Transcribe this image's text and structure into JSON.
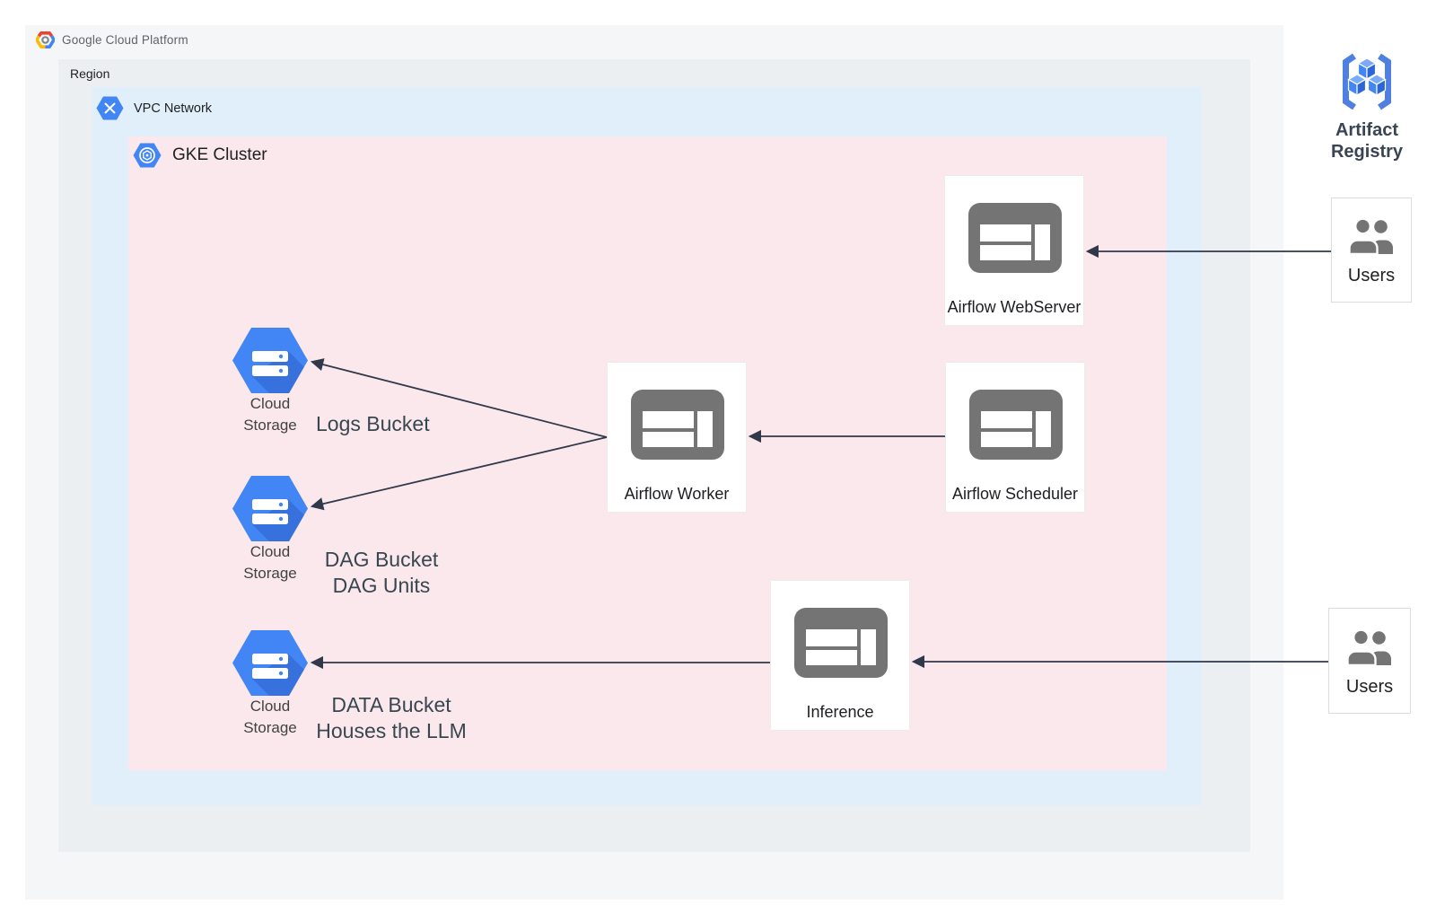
{
  "header": {
    "logo": "Google Cloud Platform"
  },
  "containers": {
    "region": {
      "label": "Region"
    },
    "vpc_network": {
      "label": "VPC Network"
    },
    "gke_cluster": {
      "label": "GKE Cluster"
    }
  },
  "nodes": {
    "airflow_webserver": {
      "label": "Airflow WebServer"
    },
    "airflow_worker": {
      "label": "Airflow Worker"
    },
    "airflow_scheduler": {
      "label": "Airflow Scheduler"
    },
    "inference": {
      "label": "Inference"
    }
  },
  "storage_buckets": [
    {
      "service_lines": [
        "Cloud",
        "Storage"
      ],
      "annotation_lines": [
        "Logs Bucket"
      ]
    },
    {
      "service_lines": [
        "Cloud",
        "Storage"
      ],
      "annotation_lines": [
        "DAG Bucket",
        "DAG Units"
      ]
    },
    {
      "service_lines": [
        "Cloud",
        "Storage"
      ],
      "annotation_lines": [
        "DATA Bucket",
        "Houses the LLM"
      ]
    }
  ],
  "external": {
    "artifact_registry": {
      "label_lines": [
        "Artifact",
        "Registry"
      ]
    },
    "users_top": {
      "label": "Users"
    },
    "users_bottom": {
      "label": "Users"
    }
  },
  "colors": {
    "frame_bg": "#f5f6f7",
    "region_bg": "#eceff1",
    "vpc_bg": "#e1effb",
    "gke_bg": "#fbe8ec",
    "node_icon_gray": "#747474",
    "storage_blue": "#4285f4",
    "arrow": "#30394a"
  }
}
